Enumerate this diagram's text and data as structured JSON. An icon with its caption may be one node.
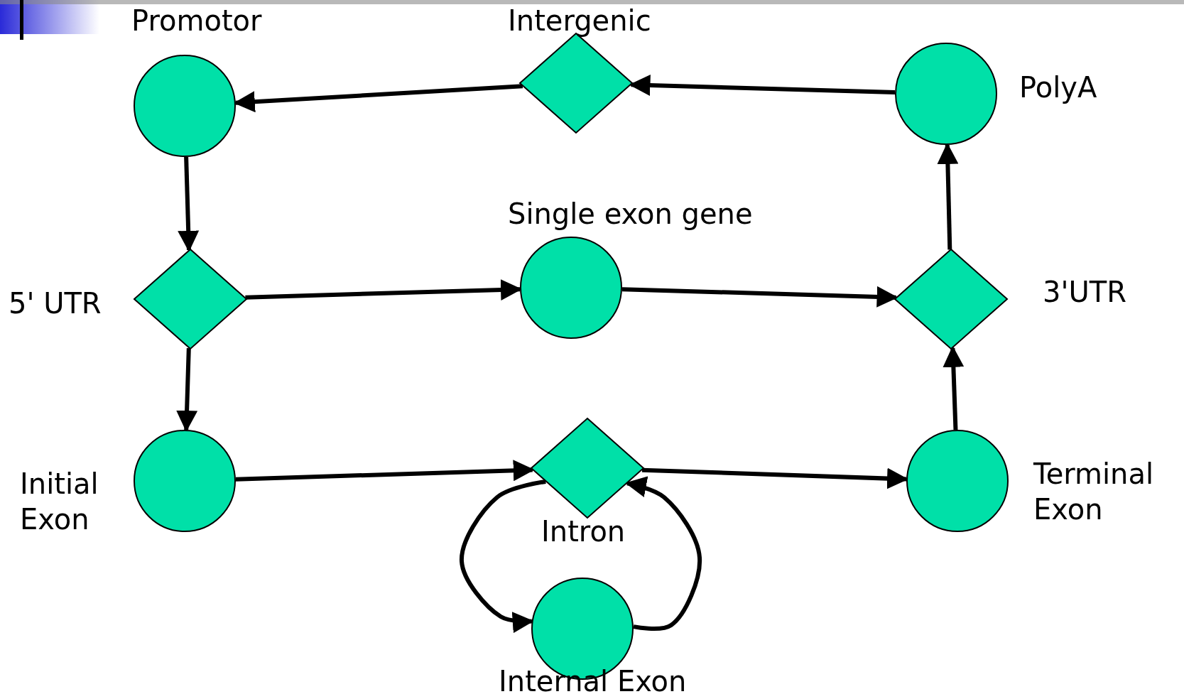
{
  "diagram": {
    "nodes": [
      {
        "text": [
          "Promotor"
        ]
      },
      {
        "text": [
          "Intergenic"
        ]
      },
      {
        "text": [
          "PolyA"
        ]
      },
      {
        "text": [
          "5' UTR"
        ]
      },
      {
        "text": [
          "Single exon gene"
        ]
      },
      {
        "text": [
          "3'UTR"
        ]
      },
      {
        "text": [
          "Initial Exon"
        ]
      },
      {
        "text": [
          "Intron"
        ]
      },
      {
        "text": [
          "Terminal Exon"
        ]
      },
      {
        "text": [
          "Internal Exon"
        ]
      }
    ],
    "edges": [
      {
        "from": 2,
        "to": 1,
        "arrow": "to"
      },
      {
        "from": 1,
        "to": 0,
        "arrow": "to"
      },
      {
        "from": 0,
        "to": 3,
        "arrow": "to"
      },
      {
        "from": 3,
        "to": 4,
        "arrow": "to"
      },
      {
        "from": 4,
        "to": 5,
        "arrow": "to"
      },
      {
        "from": 3,
        "to": 6,
        "arrow": "to"
      },
      {
        "from": 6,
        "to": 7,
        "arrow": "to"
      },
      {
        "from": 7,
        "to": 8,
        "arrow": "to"
      },
      {
        "from": 8,
        "to": 5,
        "arrow": "to"
      },
      {
        "from": 5,
        "to": 2,
        "arrow": "to"
      },
      {
        "from": 7,
        "to": 9,
        "arrow": "to"
      },
      {
        "from": 9,
        "to": 7,
        "arrow": "to"
      }
    ]
  }
}
